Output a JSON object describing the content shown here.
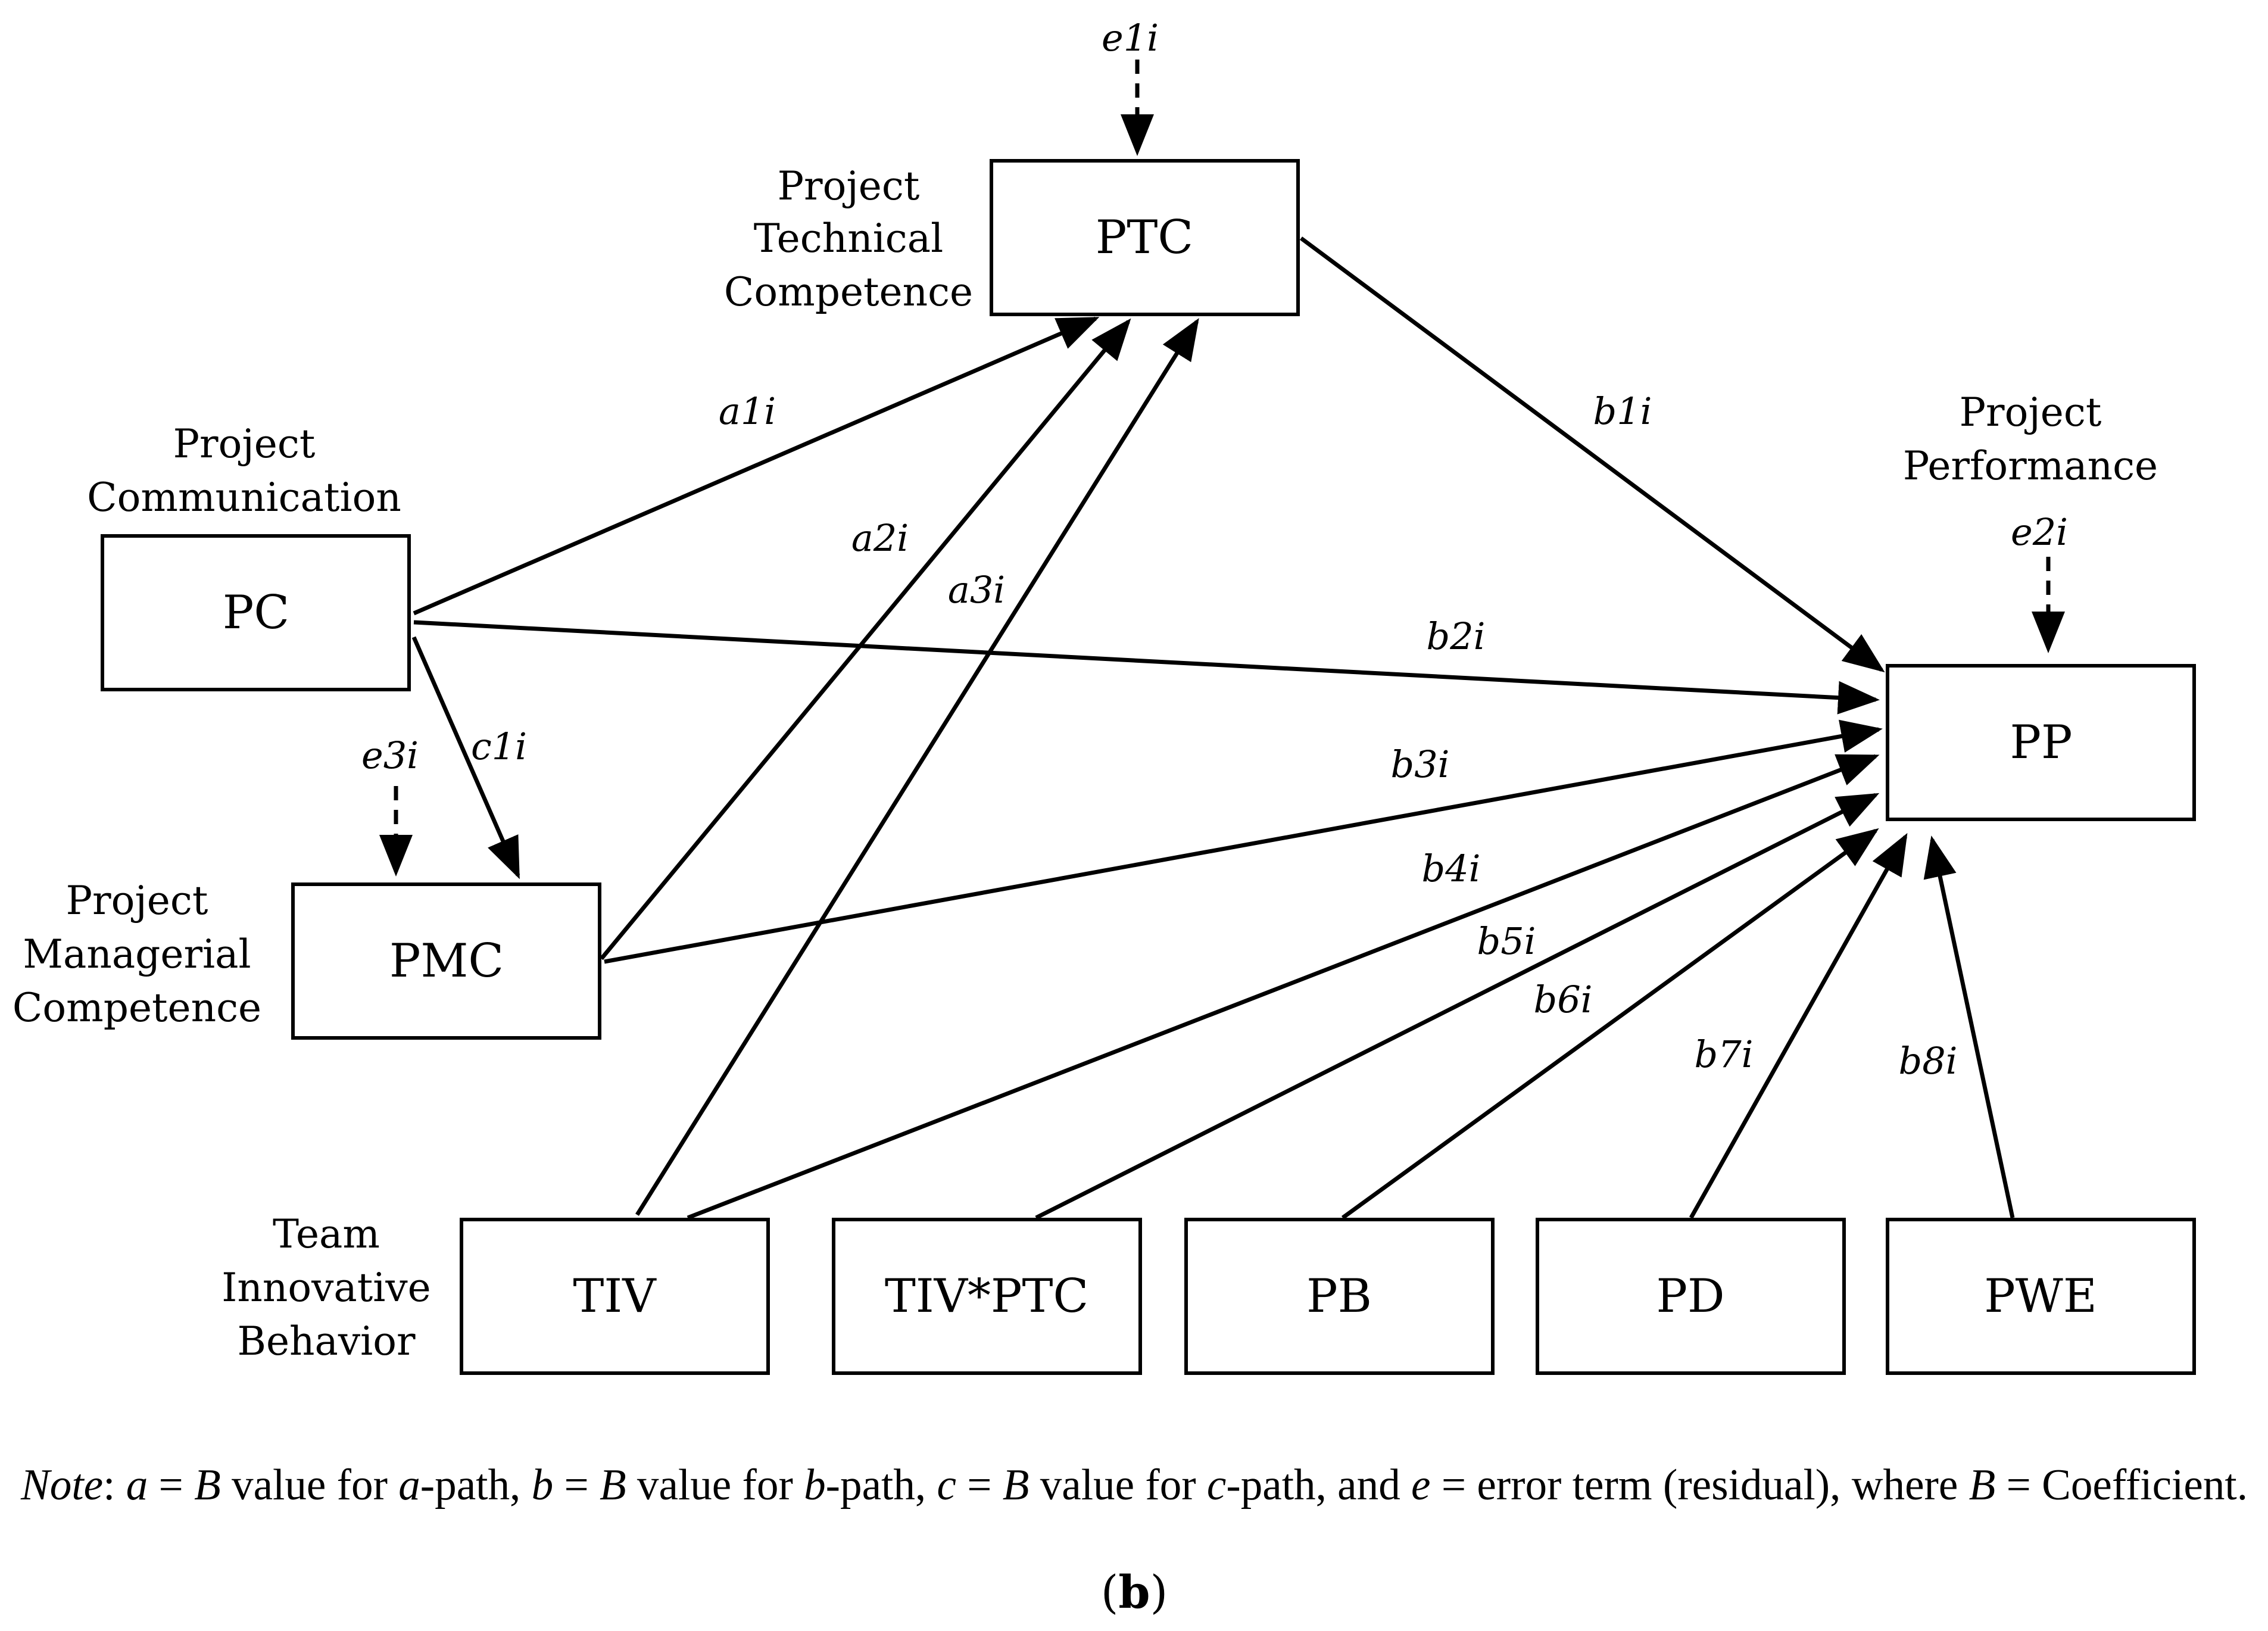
{
  "nodes": {
    "pc": {
      "label": "PC",
      "description": [
        "Project",
        "Communication"
      ]
    },
    "ptc": {
      "label": "PTC",
      "description": [
        "Project",
        "Technical",
        "Competence"
      ]
    },
    "pmc": {
      "label": "PMC",
      "description": [
        "Project",
        "Managerial",
        "Competence"
      ]
    },
    "pp": {
      "label": "PP",
      "description": [
        "Project",
        "Performance"
      ]
    },
    "tiv": {
      "label": "TIV",
      "description": [
        "Team",
        "Innovative",
        "Behavior"
      ]
    },
    "tivptc": {
      "label": "TIV*PTC"
    },
    "pb": {
      "label": "PB"
    },
    "pd": {
      "label": "PD"
    },
    "pwe": {
      "label": "PWE"
    }
  },
  "paths": {
    "a1": "a1i",
    "a2": "a2i",
    "a3": "a3i",
    "b1": "b1i",
    "b2": "b2i",
    "b3": "b3i",
    "b4": "b4i",
    "b5": "b5i",
    "b6": "b6i",
    "b7": "b7i",
    "b8": "b8i",
    "c1": "c1i"
  },
  "errors": {
    "e1": "e1i",
    "e2": "e2i",
    "e3": "e3i"
  },
  "note": {
    "lead": "Note",
    "colon": ": ",
    "a": "a",
    "eq1": " = ",
    "B1": "B",
    "t1": " value for ",
    "a_path": "a",
    "t2": "-path, ",
    "b": "b",
    "eq2": " = ",
    "B2": "B",
    "t3": " value for ",
    "b_path": "b",
    "t4": "-path, ",
    "c": "c",
    "eq3": " = ",
    "B3": "B",
    "t5": " value for ",
    "c_path": "c",
    "t6": "-path, and ",
    "e": "e",
    "t7": " = error term (residual), where ",
    "B4": "B",
    "t8": " = Coefficient."
  },
  "caption": {
    "open": "(",
    "letter": "b",
    "close": ")"
  }
}
